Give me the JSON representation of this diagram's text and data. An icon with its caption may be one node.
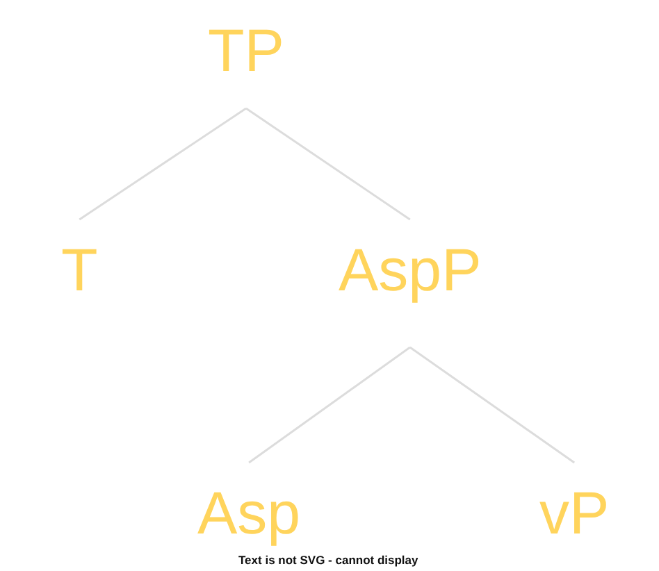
{
  "diagram": {
    "nodes": [
      {
        "text": [
          "TP"
        ]
      },
      {
        "text": [
          "T"
        ]
      },
      {
        "text": [
          "AspP"
        ]
      },
      {
        "text": [
          "Asp"
        ]
      },
      {
        "text": [
          "vP"
        ]
      }
    ],
    "edges": [
      {
        "from": 0,
        "to": 1,
        "arrow": "none"
      },
      {
        "from": 0,
        "to": 2,
        "arrow": "none"
      },
      {
        "from": 2,
        "to": 3,
        "arrow": "none"
      },
      {
        "from": 2,
        "to": 4,
        "arrow": "none"
      }
    ],
    "labels": [
      "Text is not SVG - cannot display"
    ]
  }
}
